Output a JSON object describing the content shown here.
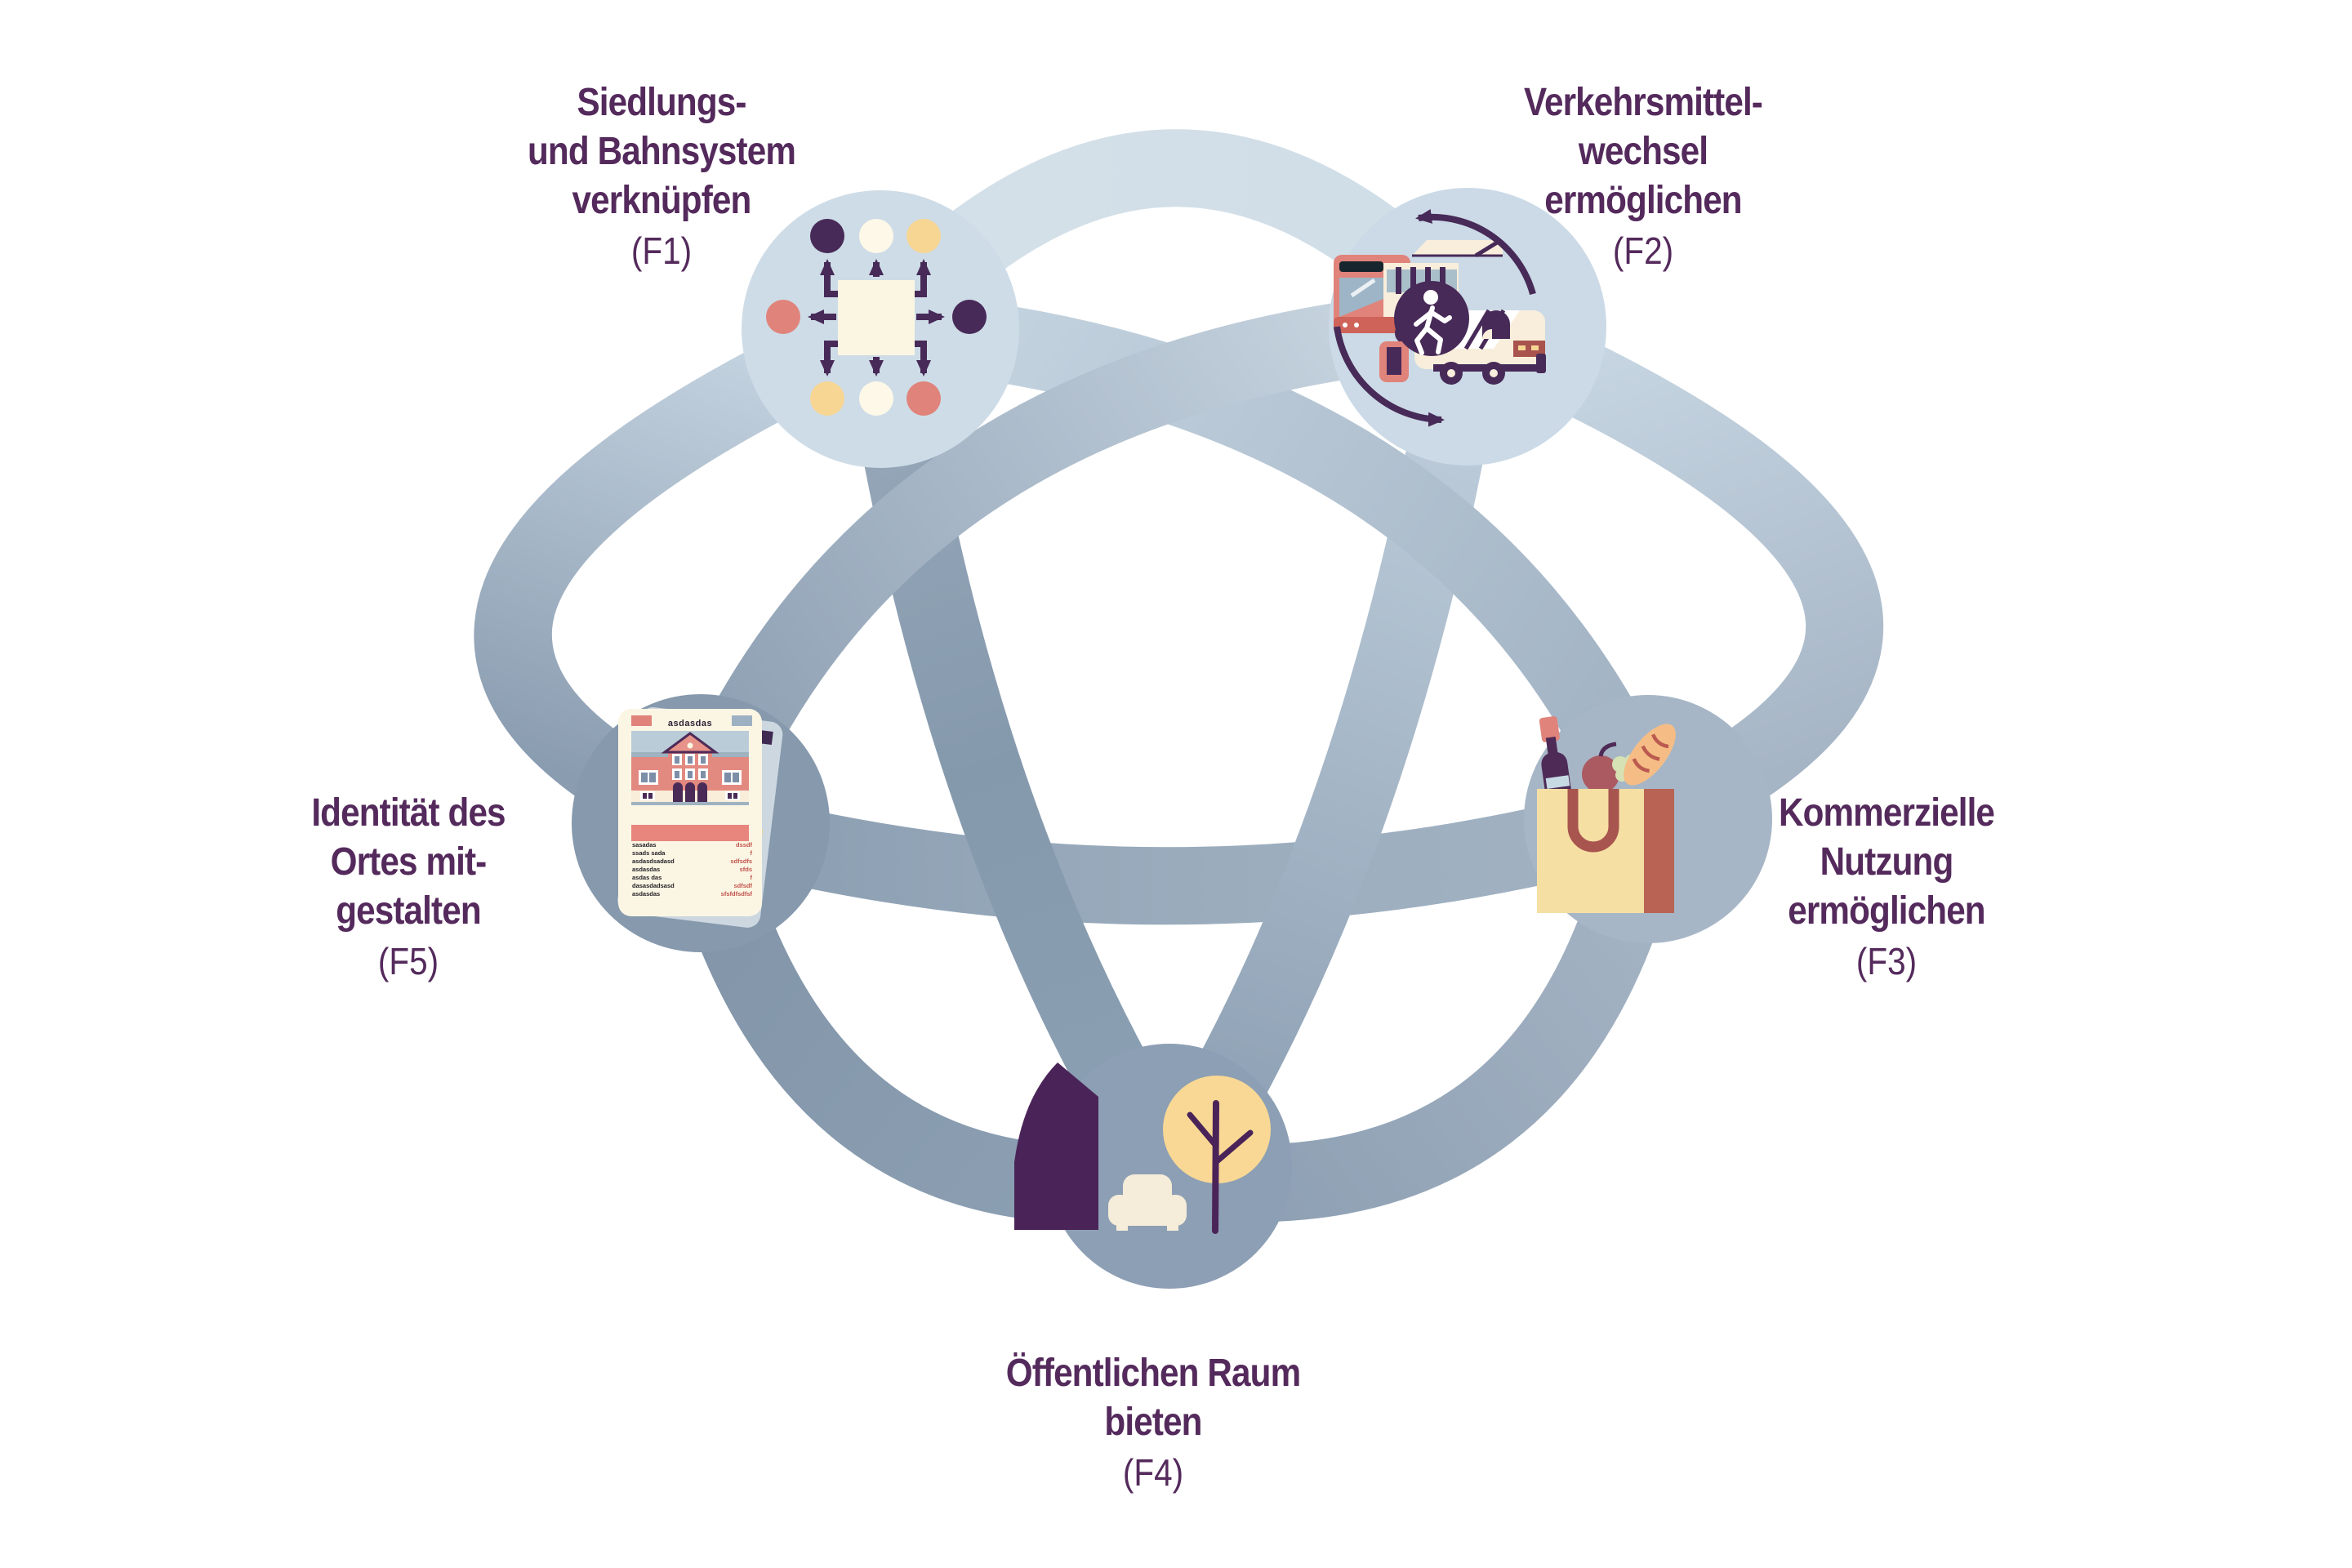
{
  "diagram": {
    "title_none_visible": "",
    "colors": {
      "background": "#ffffff",
      "label_text": "#542a5c",
      "dark_purple": "#472a58",
      "salmon": "#e0837b",
      "cream": "#fbf6e2",
      "yellow": "#f7d694",
      "brick": "#b96355",
      "node_light": "#cedce7",
      "node_dark": "#8598ab",
      "ribbon_light": "#d5e1e9",
      "ribbon_dark": "#8093a7"
    },
    "nodes": [
      {
        "id": "f1",
        "code": "(F1)",
        "lines": [
          "Siedlungs-",
          "und Bahnsystem",
          "verknüpfen"
        ],
        "icon": "settlement-rail-network-icon"
      },
      {
        "id": "f2",
        "code": "(F2)",
        "lines": [
          "Verkehrsmittel-",
          "wechsel",
          "ermöglichen"
        ],
        "icon": "transport-interchange-icon"
      },
      {
        "id": "f3",
        "code": "(F3)",
        "lines": [
          "Kommerzielle",
          "Nutzung",
          "ermöglichen"
        ],
        "icon": "shopping-bag-icon"
      },
      {
        "id": "f4",
        "code": "(F4)",
        "lines": [
          "Öffentlichen Raum",
          "bieten"
        ],
        "icon": "public-space-icon"
      },
      {
        "id": "f5",
        "code": "(F5)",
        "lines": [
          "Identität des",
          "Ortes mit-",
          "gestalten"
        ],
        "icon": "identity-card-icon"
      }
    ],
    "card": {
      "title": "asdasdas",
      "rows": [
        {
          "label": "sasadas",
          "value": "dssdf"
        },
        {
          "label": "ssads sada",
          "value": "f"
        },
        {
          "label": "asdasdsadasd",
          "value": "sdfsdfs"
        },
        {
          "label": "asdasdas",
          "value": "sfds"
        },
        {
          "label": "asdas das",
          "value": "f"
        },
        {
          "label": "dasasdadsasd",
          "value": "sdfsdf"
        },
        {
          "label": "asdasdas",
          "value": "sfsfdfsdfsf"
        }
      ]
    }
  }
}
